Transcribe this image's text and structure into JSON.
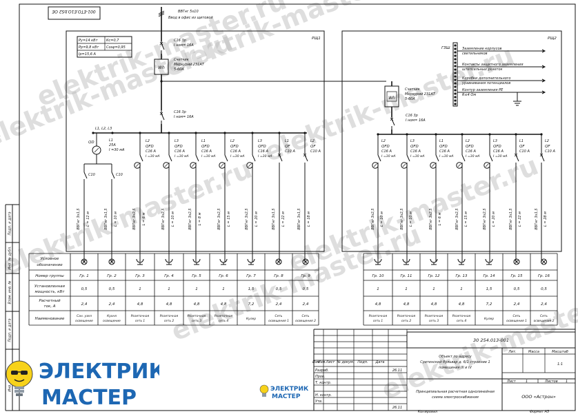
{
  "frame": {
    "rotated_code": "001-ETO.E1O.bS2 OE",
    "feed_cable": "ВВГнг 5х10",
    "feed_note": "Ввод в офис из щитовой"
  },
  "params": {
    "rows": [
      [
        "Ру=14 кВт",
        "Кс=0,7"
      ],
      [
        "Рр=9,8 кВт",
        "Cosφ=0,95"
      ],
      [
        "Ip=15,6 А"
      ]
    ]
  },
  "panel1": {
    "name": "РЩ1",
    "main_breaker": [
      "С16 3р",
      "I ном= 16А"
    ],
    "meter": [
      "Счетчик",
      "Меркурий 231АТ",
      "5-60А"
    ],
    "meter_symbol": "Wh",
    "second_breaker": [
      "С16 3р",
      "I ном= 16А"
    ],
    "phases": "L1, L2, L3",
    "rcd": [
      "QD",
      "L1",
      "25А",
      "I =30 мА"
    ],
    "branch_breakers": [
      [
        "С10"
      ],
      [
        "С10"
      ]
    ],
    "devices": [
      {
        "phase": "L2",
        "type": "QFD",
        "rating": "С16 А",
        "leak": "I =30 мА"
      },
      {
        "phase": "L3",
        "type": "QFD",
        "rating": "С16 А",
        "leak": "I =30 мА"
      },
      {
        "phase": "L1",
        "type": "QFD",
        "rating": "С16 А",
        "leak": "I =30 мА"
      },
      {
        "phase": "L2",
        "type": "QFD",
        "rating": "С16 А",
        "leak": "I =30 мА"
      },
      {
        "phase": "L3",
        "type": "QFD",
        "rating": "С16 А",
        "leak": "I =30 мА"
      },
      {
        "phase": "L1",
        "type": "QF",
        "rating": "С10 А",
        "leak": ""
      },
      {
        "phase": "L2",
        "type": "QF",
        "rating": "С10 А",
        "leak": ""
      }
    ],
    "cables": [
      [
        "ВВГнг 3х1,5",
        "L = 12 м"
      ],
      [
        "ВВГнг 3х1,5",
        "L = 10 м"
      ],
      [
        "ВВГнг 3х2,5",
        "L = 6 м"
      ],
      [
        "ВВГнг 3х2,5",
        "L = 10 м"
      ],
      [
        "ВВГнг 3х2,5",
        "L = 8 м"
      ],
      [
        "ВВГнг 3х2,5",
        "L = 15 м"
      ],
      [
        "ВВГнг 3х2,5",
        "L = 20 м"
      ],
      [
        "ВВГнг 3х1,5",
        "L = 22 м"
      ],
      [
        "ВВГнг 3х1,5",
        "L = 18 м"
      ]
    ]
  },
  "panel2": {
    "name": "РЩ2",
    "gzsh_label": "ГЗШ",
    "gzsh_lines": [
      [
        "Заземление корпусов",
        "светильников"
      ],
      [
        "Контакты защитного заземления",
        "штепсельных розеток"
      ],
      [
        "Коробки дополнительного",
        "уравнивания потенциалов"
      ],
      [
        "Контур заземления PE",
        "R≤4 Ом"
      ]
    ],
    "meter": [
      "Счетчик",
      "Меркурий 231АТ",
      "5-60А"
    ],
    "meter_symbol": "Wh",
    "breaker": [
      "С16 3р",
      "I ном= 16А"
    ],
    "devices": [
      {
        "phase": "L2",
        "type": "QFD",
        "rating": "С16 А",
        "leak": "I =30 мА"
      },
      {
        "phase": "L3",
        "type": "QFD",
        "rating": "С16 А",
        "leak": "I =30 мА"
      },
      {
        "phase": "L1",
        "type": "QFD",
        "rating": "С16 А",
        "leak": "I =30 мА"
      },
      {
        "phase": "L2",
        "type": "QFD",
        "rating": "С16 А",
        "leak": "I =30 мА"
      },
      {
        "phase": "L3",
        "type": "QFD",
        "rating": "С16 А",
        "leak": "I =30 мА"
      },
      {
        "phase": "L1",
        "type": "QF",
        "rating": "С10 А",
        "leak": ""
      },
      {
        "phase": "L2",
        "type": "QF",
        "rating": "С10 А",
        "leak": ""
      }
    ],
    "cables": [
      [
        "ВВГнг 3х2,5",
        "L = 10 м"
      ],
      [
        "ВВГнг 3х2,5",
        "L = 10 м"
      ],
      [
        "ВВГнг 3х2,5",
        "L = 6 м"
      ],
      [
        "ВВГнг 3х2,5",
        "L = 15 м"
      ],
      [
        "ВВГнг 3х2,5",
        "L = 20 м"
      ],
      [
        "ВВГнг 3х1,5",
        "L = 22 м"
      ],
      [
        "ВВГнг 3х1,5",
        "L = 28 м"
      ]
    ]
  },
  "table": {
    "row_labels": [
      [
        "Условное",
        "обозначение"
      ],
      [
        "Номер группы"
      ],
      [
        "Установленная",
        "мощность, кВт"
      ],
      [
        "Расчетный",
        "ток, А"
      ],
      [
        "Наименование"
      ]
    ],
    "left": {
      "symbols": [
        "lamp",
        "lamp",
        "socket",
        "socket",
        "socket",
        "socket",
        "socket",
        "lamp",
        "lamp"
      ],
      "groups": [
        "Гр. 1",
        "Гр. 2",
        "Гр. 3",
        "Гр. 4",
        "Гр. 5",
        "Гр. 6",
        "Гр. 7",
        "Гр. 8",
        "Гр. 9"
      ],
      "power": [
        "0,5",
        "0,5",
        "1",
        "1",
        "1",
        "1",
        "1,5",
        "0,5",
        "0,5"
      ],
      "current": [
        "2,4",
        "2,4",
        "4,8",
        "4,8",
        "4,8",
        "4,8",
        "7,2",
        "2,4",
        "2,4"
      ],
      "names": [
        [
          "Сан. узел",
          "освещение"
        ],
        [
          "Кухня",
          "освещение"
        ],
        [
          "Розеточная",
          "сеть 1"
        ],
        [
          "Розеточная",
          "сеть 2"
        ],
        [
          "Розеточная",
          "сеть 3"
        ],
        [
          "Розеточная",
          "сеть 4"
        ],
        [
          "Кулер"
        ],
        [
          "Сеть",
          "освещения 1"
        ],
        [
          "Сеть",
          "освещения 2"
        ]
      ]
    },
    "right": {
      "symbols": [
        "socket",
        "socket",
        "socket",
        "socket",
        "socket",
        "lamp",
        "lamp"
      ],
      "groups": [
        "Гр. 10",
        "Гр. 11",
        "Гр. 12",
        "Гр. 13",
        "Гр. 14",
        "Гр. 15",
        "Гр. 16"
      ],
      "power": [
        "1",
        "1",
        "1",
        "1",
        "1,5",
        "0,5",
        "0,5"
      ],
      "current": [
        "4,8",
        "4,8",
        "4,8",
        "4,8",
        "7,2",
        "2,4",
        "2,4"
      ],
      "names": [
        [
          "Розеточная",
          "сеть 1"
        ],
        [
          "Розеточная",
          "сеть 2"
        ],
        [
          "Розеточная",
          "сеть 3"
        ],
        [
          "Розеточная",
          "сеть 4"
        ],
        [
          "Кулер"
        ],
        [
          "Сеть",
          "освещения 1"
        ],
        [
          "Сеть",
          "освещения 2"
        ]
      ]
    }
  },
  "side_strip": [
    "Подп. и дата",
    "Инв. № дубл.",
    "Взам. инв. № ",
    "Подп. и дата",
    "Инв. № подл."
  ],
  "title_block": {
    "code": "30 254.013-001",
    "headers": [
      "Изм.",
      "Лист",
      "№ докум.",
      "Подп.",
      "Дата"
    ],
    "roles": [
      "Разраб.",
      "Пров.",
      "Т. контр.",
      "",
      "Н. контр.",
      "Утв."
    ],
    "dates": [
      "26.11",
      "26.11"
    ],
    "object": [
      "Объект по адресу",
      "Сретенский бульвар д. 6/1 строение 1",
      "помещения III и IV"
    ],
    "drawing_name": [
      "Принципиальная расчетная однолинейная",
      "схема электроснабжения"
    ],
    "lit_headers": [
      "Лит.",
      "Масса",
      "Масштаб"
    ],
    "scale": "1:1",
    "sheet_label": "Лист",
    "sheet_no": "1",
    "sheets_label": "Листов",
    "sheets_no": "1",
    "company": "ООО «Астрон»",
    "copied": "Копировал",
    "format": "Формат  А3"
  },
  "watermark": "elektrik-master.ru",
  "brand": {
    "line1": "ЭЛЕКТРИК",
    "line2": "МАСТЕР"
  }
}
